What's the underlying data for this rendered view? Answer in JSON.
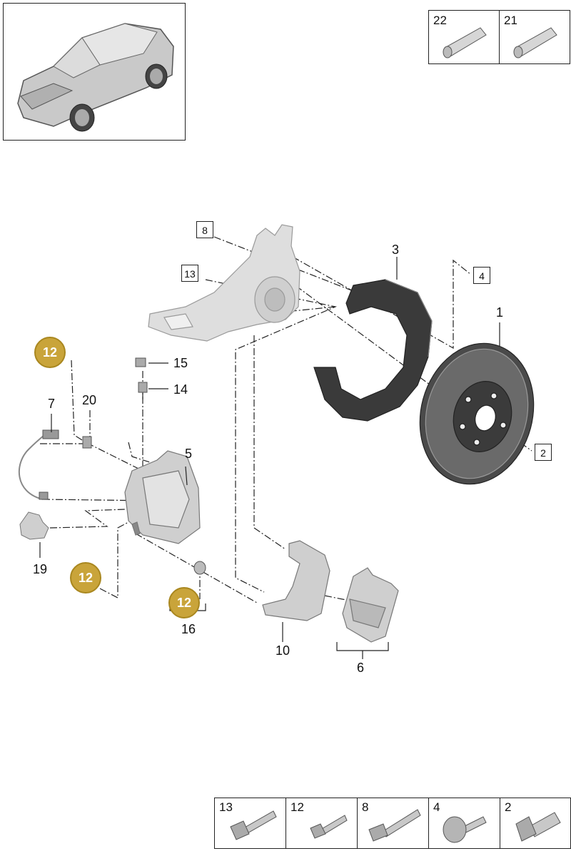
{
  "tubes": [
    {
      "num": "22"
    },
    {
      "num": "21"
    }
  ],
  "labels": {
    "p1": "1",
    "p2": "2",
    "p3": "3",
    "p4": "4",
    "p5": "5",
    "p6": "6",
    "p7": "7",
    "p8": "8",
    "p10": "10",
    "p13": "13",
    "p14": "14",
    "p15": "15",
    "p16": "16",
    "p19": "19",
    "p20": "20"
  },
  "badge_label": "12",
  "bolts": [
    {
      "num": "13"
    },
    {
      "num": "12"
    },
    {
      "num": "8"
    },
    {
      "num": "4"
    },
    {
      "num": "2"
    }
  ],
  "colors": {
    "badge": "#c9a43a",
    "line": "#222222",
    "part_light": "#d9d9d9",
    "part_dark": "#3a3a3a"
  }
}
